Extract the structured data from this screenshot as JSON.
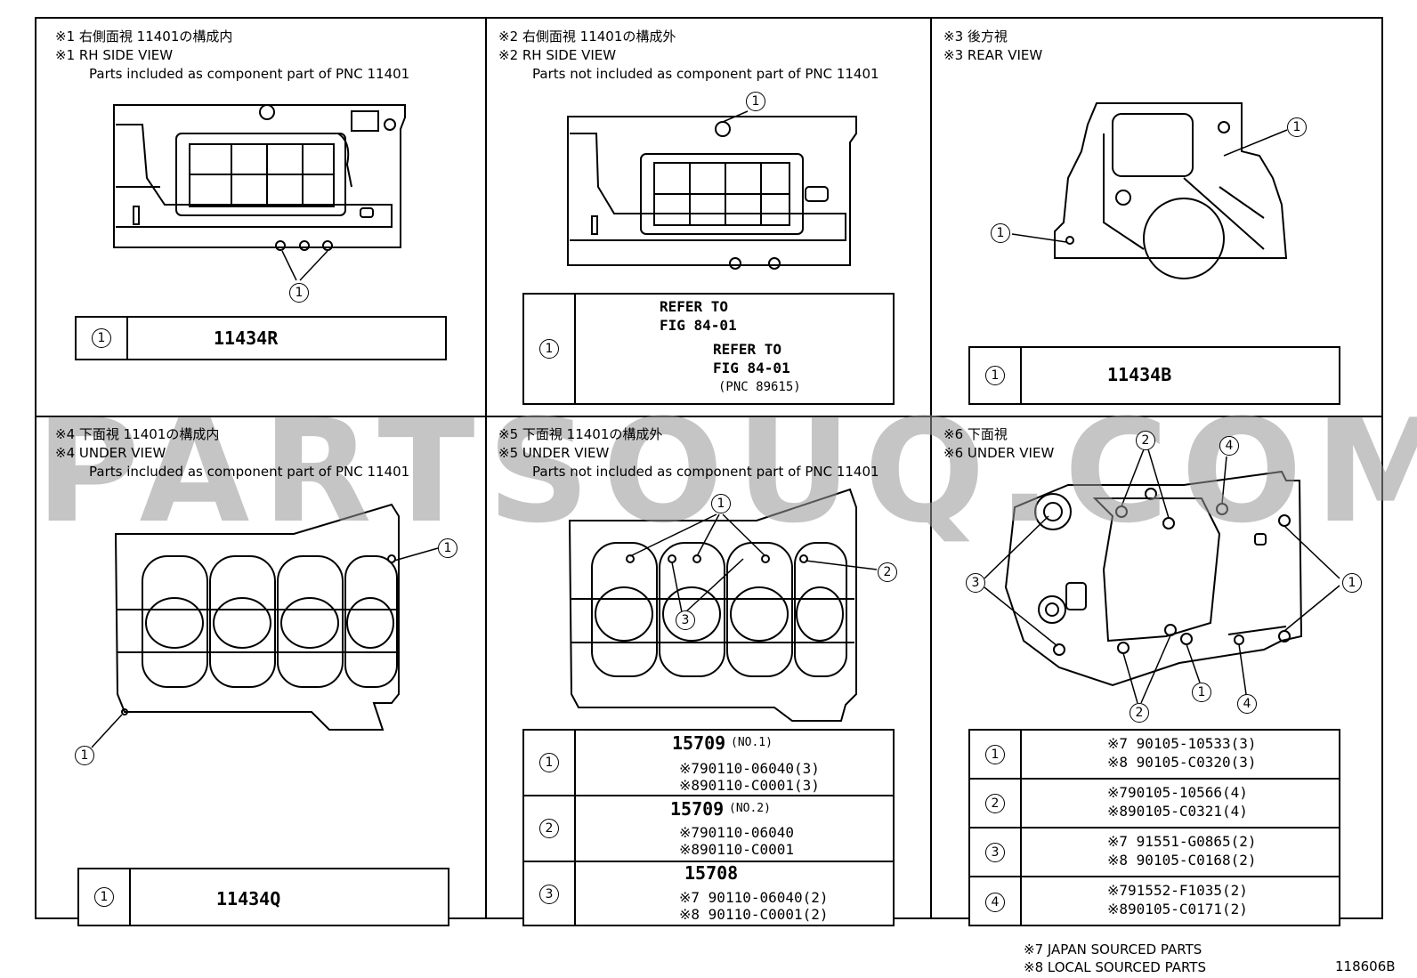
{
  "panels": [
    {
      "title_jp": "※1 右側面視 11401の構成内",
      "title_en": "※1 RH SIDE VIEW",
      "subtitle": "Parts included as component part of PNC 11401",
      "rows": [
        {
          "index": "1",
          "part": "11434R"
        }
      ]
    },
    {
      "title_jp": "※2 右側面視 11401の構成外",
      "title_en": "※2 RH SIDE VIEW",
      "subtitle": "Parts not included as component part of PNC 11401",
      "rows": [
        {
          "index": "1",
          "refer1a": "REFER TO",
          "refer1b": "FIG 84-01",
          "refer2a": "REFER TO",
          "refer2b": "FIG 84-01",
          "pnc": "(PNC 89615)"
        }
      ]
    },
    {
      "title_jp": "※3 後方視",
      "title_en": "※3 REAR VIEW",
      "subtitle": "",
      "rows": [
        {
          "index": "1",
          "part": "11434B"
        }
      ]
    },
    {
      "title_jp": "※4 下面視 11401の構成内",
      "title_en": "※4 UNDER VIEW",
      "subtitle": "Parts included as component part of PNC 11401",
      "rows": [
        {
          "index": "1",
          "part": "11434Q"
        }
      ]
    },
    {
      "title_jp": "※5 下面視 11401の構成外",
      "title_en": "※5 UNDER VIEW",
      "subtitle": "Parts not included as component part of PNC 11401",
      "rows": [
        {
          "index": "1",
          "part": "15709",
          "note": "(NO.1)",
          "a": "※790110-06040(3)",
          "b": "※890110-C0001(3)"
        },
        {
          "index": "2",
          "part": "15709",
          "note": "(NO.2)",
          "a": "※790110-06040",
          "b": "※890110-C0001"
        },
        {
          "index": "3",
          "part": "15708",
          "note": "",
          "a": "※7 90110-06040(2)",
          "b": "※8 90110-C0001(2)"
        }
      ]
    },
    {
      "title_jp": "※6 下面視",
      "title_en": "※6 UNDER VIEW",
      "subtitle": "",
      "rows": [
        {
          "index": "1",
          "a": "※7 90105-10533(3)",
          "b": "※8 90105-C0320(3)"
        },
        {
          "index": "2",
          "a": "※790105-10566(4)",
          "b": "※890105-C0321(4)"
        },
        {
          "index": "3",
          "a": "※7 91551-G0865(2)",
          "b": "※8 90105-C0168(2)"
        },
        {
          "index": "4",
          "a": "※791552-F1035(2)",
          "b": "※890105-C0171(2)"
        }
      ]
    }
  ],
  "footer": {
    "note7": "※7 JAPAN SOURCED PARTS",
    "note8": "※8 LOCAL SOURCED PARTS",
    "drawing_no": "118606B"
  },
  "watermark": "PARTSOUQ.COM",
  "callouts": {
    "one": "1",
    "two": "2",
    "three": "3",
    "four": "4"
  }
}
